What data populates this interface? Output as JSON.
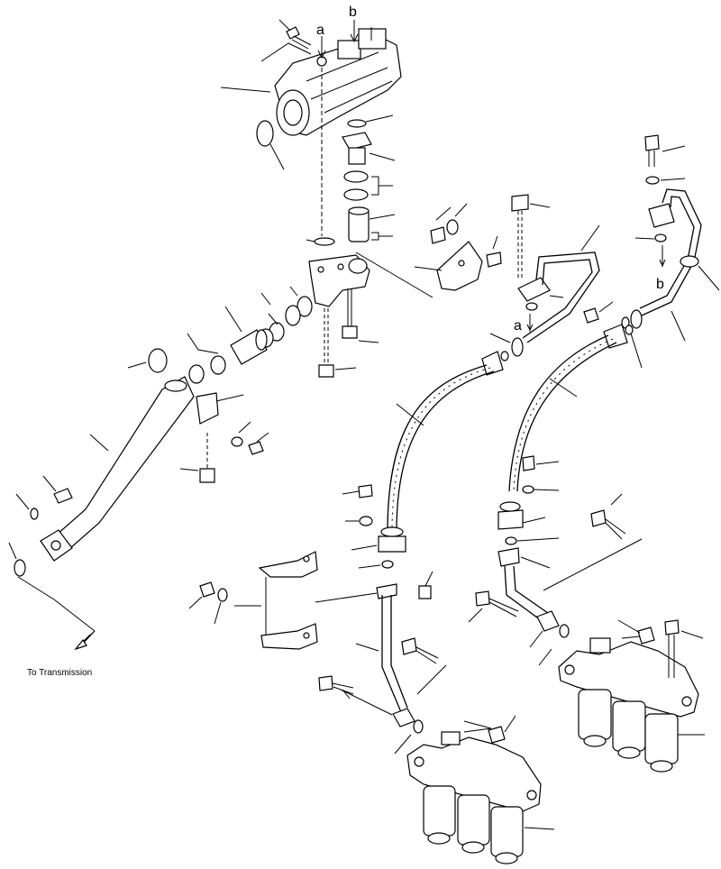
{
  "labels": {
    "port_a_top": "a",
    "port_b_top": "b",
    "port_a_lower": "a",
    "port_b_right": "b",
    "to_transmission": "To Transmission"
  }
}
